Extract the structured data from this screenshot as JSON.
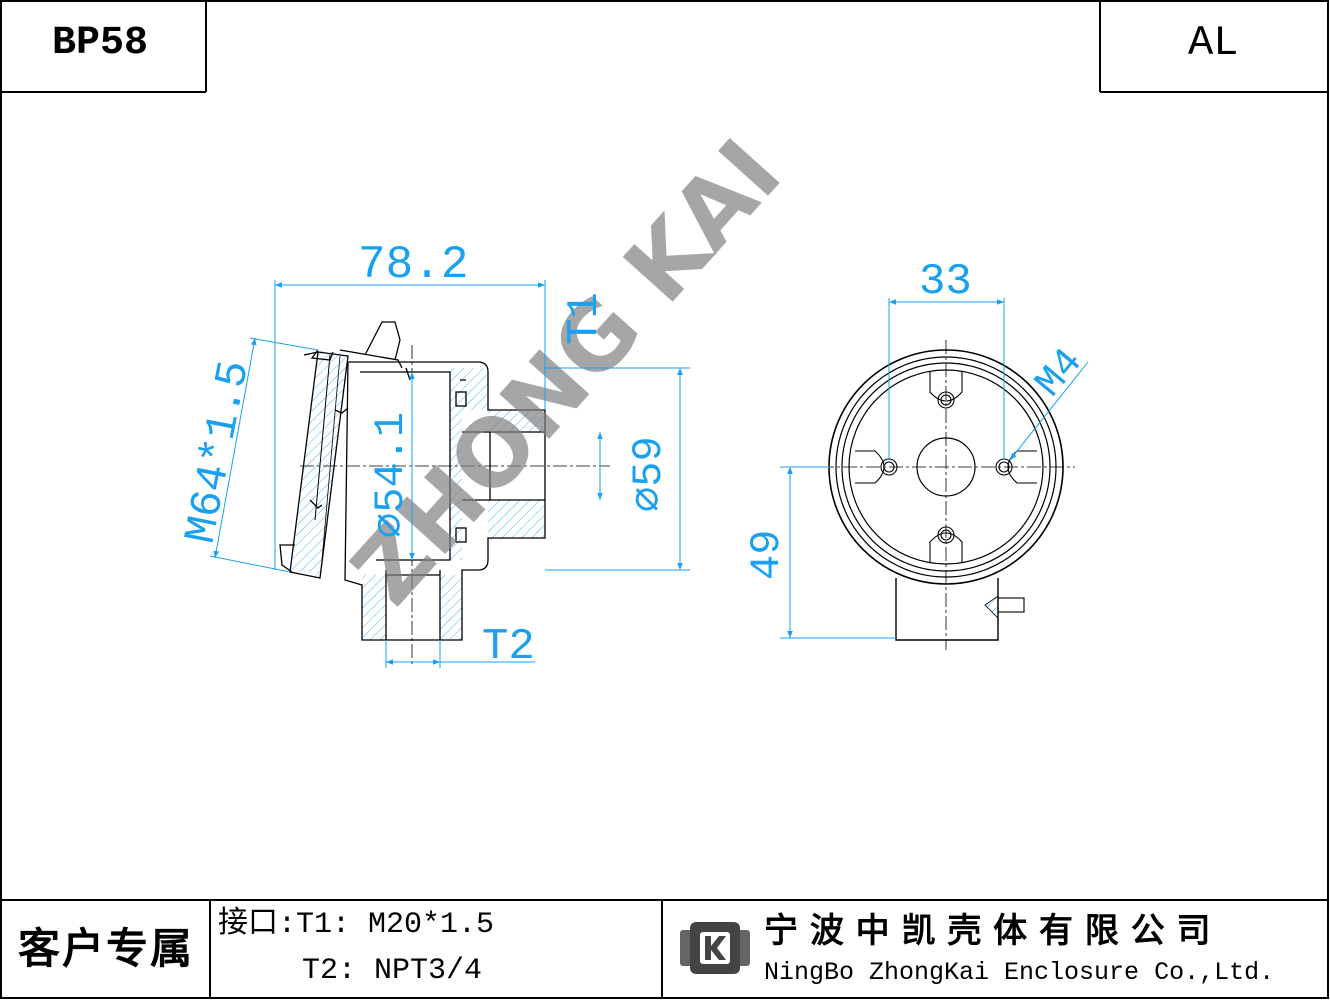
{
  "header": {
    "model": "BP58",
    "material": "AL"
  },
  "drawing": {
    "watermark": "ZHONG KAI",
    "dimensions": {
      "overall_length": "78.2",
      "flange_thread": "M64*1.5",
      "inner_diameter": "⌀54.1",
      "outer_diameter": "⌀59",
      "port_t1": "T1",
      "port_t2": "T2",
      "hole_spacing": "33",
      "hole_thread": "M4",
      "center_height": "49"
    }
  },
  "footer": {
    "customer_label": "客户专属",
    "ports_line1": "接口:T1: M20*1.5",
    "ports_line2": "T2: NPT3/4",
    "company_cn": "宁 波 中 凯 壳 体 有 限 公 司",
    "company_en": "NingBo ZhongKai Enclosure Co.,Ltd."
  },
  "colors": {
    "dimension": "#1aa0f0",
    "outline": "#000000",
    "watermark": "#808080"
  },
  "icons": {
    "company_logo": "zk-logo-icon"
  }
}
